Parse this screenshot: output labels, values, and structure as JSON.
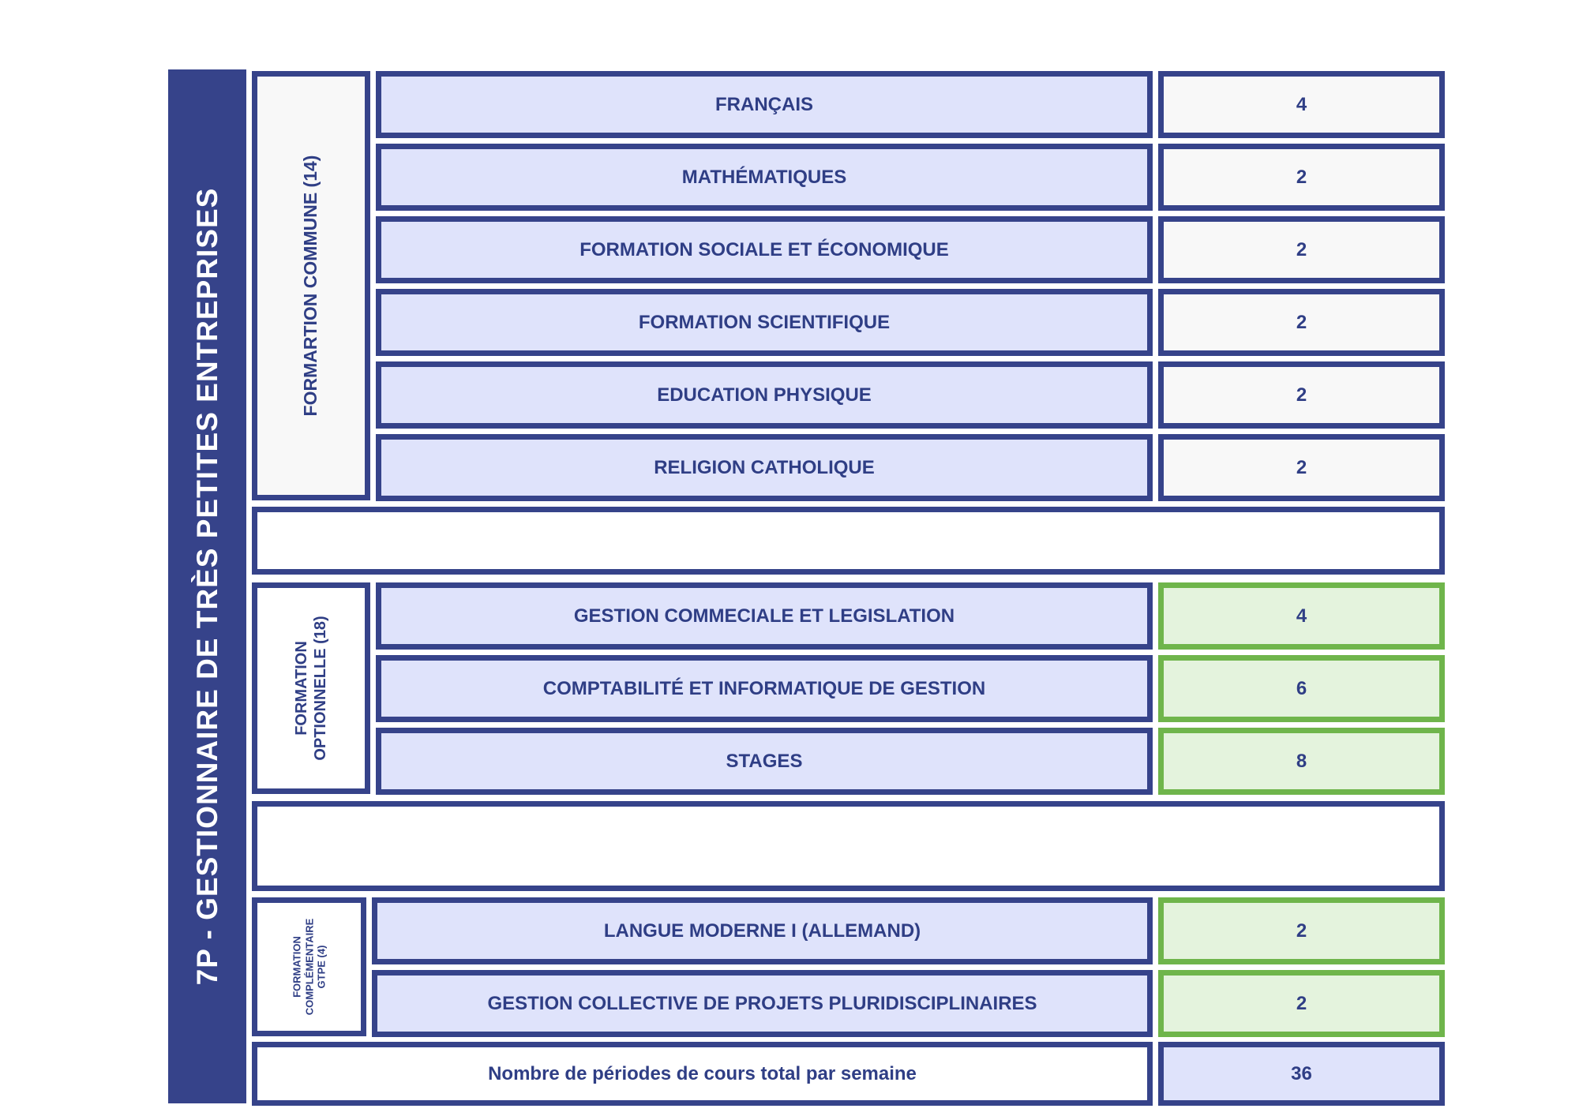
{
  "title": "7P - GESTIONNAIRE DE TRÈS PETITES ENTREPRISES",
  "colors": {
    "navy": "#36438a",
    "lavender": "#dfe3fb",
    "green_border": "#6fb54b",
    "green_fill": "#e4f3dd"
  },
  "groups": [
    {
      "label": "FORMARTION COMMUNE (14)",
      "rows": [
        {
          "subject": "FRANÇAIS",
          "hours": "4"
        },
        {
          "subject": "MATHÉMATIQUES",
          "hours": "2"
        },
        {
          "subject": "FORMATION SOCIALE ET ÉCONOMIQUE",
          "hours": "2"
        },
        {
          "subject": "FORMATION SCIENTIFIQUE",
          "hours": "2"
        },
        {
          "subject": "EDUCATION PHYSIQUE",
          "hours": "2"
        },
        {
          "subject": "RELIGION CATHOLIQUE",
          "hours": "2"
        }
      ]
    },
    {
      "label_line1": "FORMATION",
      "label_line2": "OPTIONNELLE (18)",
      "rows": [
        {
          "subject": "GESTION COMMECIALE ET LEGISLATION",
          "hours": "4"
        },
        {
          "subject": "COMPTABILITÉ ET INFORMATIQUE DE GESTION",
          "hours": "6"
        },
        {
          "subject": "STAGES",
          "hours": "8"
        }
      ]
    },
    {
      "label_line1": "FORMATION",
      "label_line2": "COMPLÉMENTAIRE",
      "label_line3": "GTPE (4)",
      "rows": [
        {
          "subject": "LANGUE MODERNE I (ALLEMAND)",
          "hours": "2"
        },
        {
          "subject": "GESTION COLLECTIVE DE PROJETS PLURIDISCIPLINAIRES",
          "hours": "2"
        }
      ]
    }
  ],
  "total": {
    "label": "Nombre de périodes de cours total par semaine",
    "value": "36"
  }
}
